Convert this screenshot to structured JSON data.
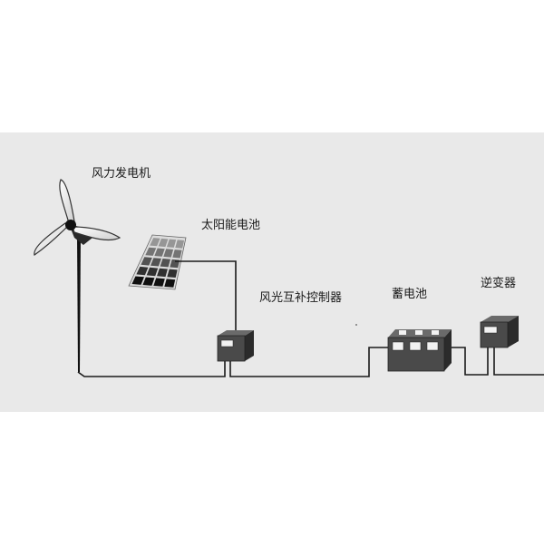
{
  "diagram": {
    "colors": {
      "panel_background": "#e9e9e9",
      "page_background": "#ffffff",
      "wire": "#1a1a1a",
      "device_body": "#4a4a4a",
      "device_dark": "#2b2b2b",
      "display": "#f2f2f2"
    },
    "labels": {
      "wind_turbine": "风力发电机",
      "solar_panel": "太阳能电池",
      "controller": "风光互补控制器",
      "battery": "蓄电池",
      "inverter": "逆变器"
    },
    "connections": [
      {
        "from": "wind_turbine",
        "to": "controller"
      },
      {
        "from": "solar_panel",
        "to": "controller"
      },
      {
        "from": "controller",
        "to": "battery"
      },
      {
        "from": "battery",
        "to": "inverter"
      }
    ]
  }
}
